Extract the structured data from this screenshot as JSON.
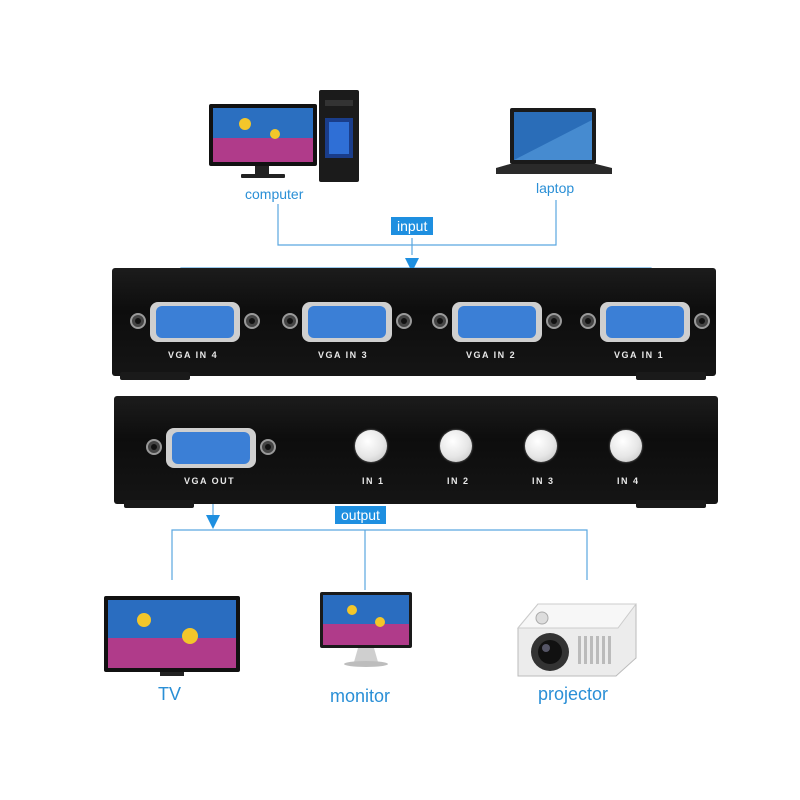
{
  "inputs": {
    "computer_label": "computer",
    "laptop_label": "laptop",
    "tag": "input"
  },
  "rear_panel": {
    "ports": [
      "VGA IN 4",
      "VGA IN 3",
      "VGA IN 2",
      "VGA IN 1"
    ]
  },
  "front_panel": {
    "out_label": "VGA OUT",
    "buttons": [
      "IN 1",
      "IN 2",
      "IN 3",
      "IN 4"
    ]
  },
  "outputs": {
    "tag": "output",
    "tv_label": "TV",
    "monitor_label": "monitor",
    "projector_label": "projector"
  },
  "colors": {
    "accent": "#1e8fe0",
    "label": "#2a8fd6",
    "connector": "#3b7fd6",
    "device_body": "#111111"
  }
}
